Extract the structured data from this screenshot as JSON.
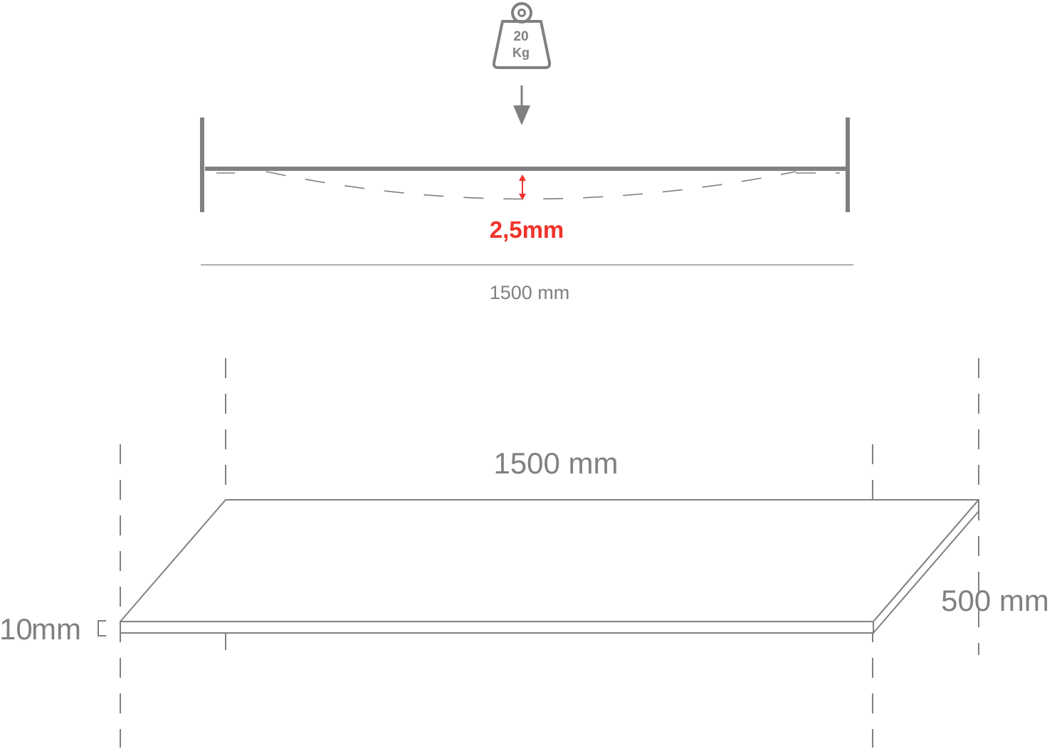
{
  "weight": {
    "line1": "20",
    "line2": "Kg",
    "icon": "weight-icon"
  },
  "deflection": {
    "value": "2,5mm"
  },
  "beam": {
    "length_label": "1500 mm"
  },
  "board": {
    "length_label": "1500 mm",
    "depth_label": "500 mm",
    "thickness_label_number": "10",
    "thickness_label_unit": "mm"
  },
  "colors": {
    "line": "#808083",
    "accent": "#f0332a",
    "background": "#ffffff"
  }
}
